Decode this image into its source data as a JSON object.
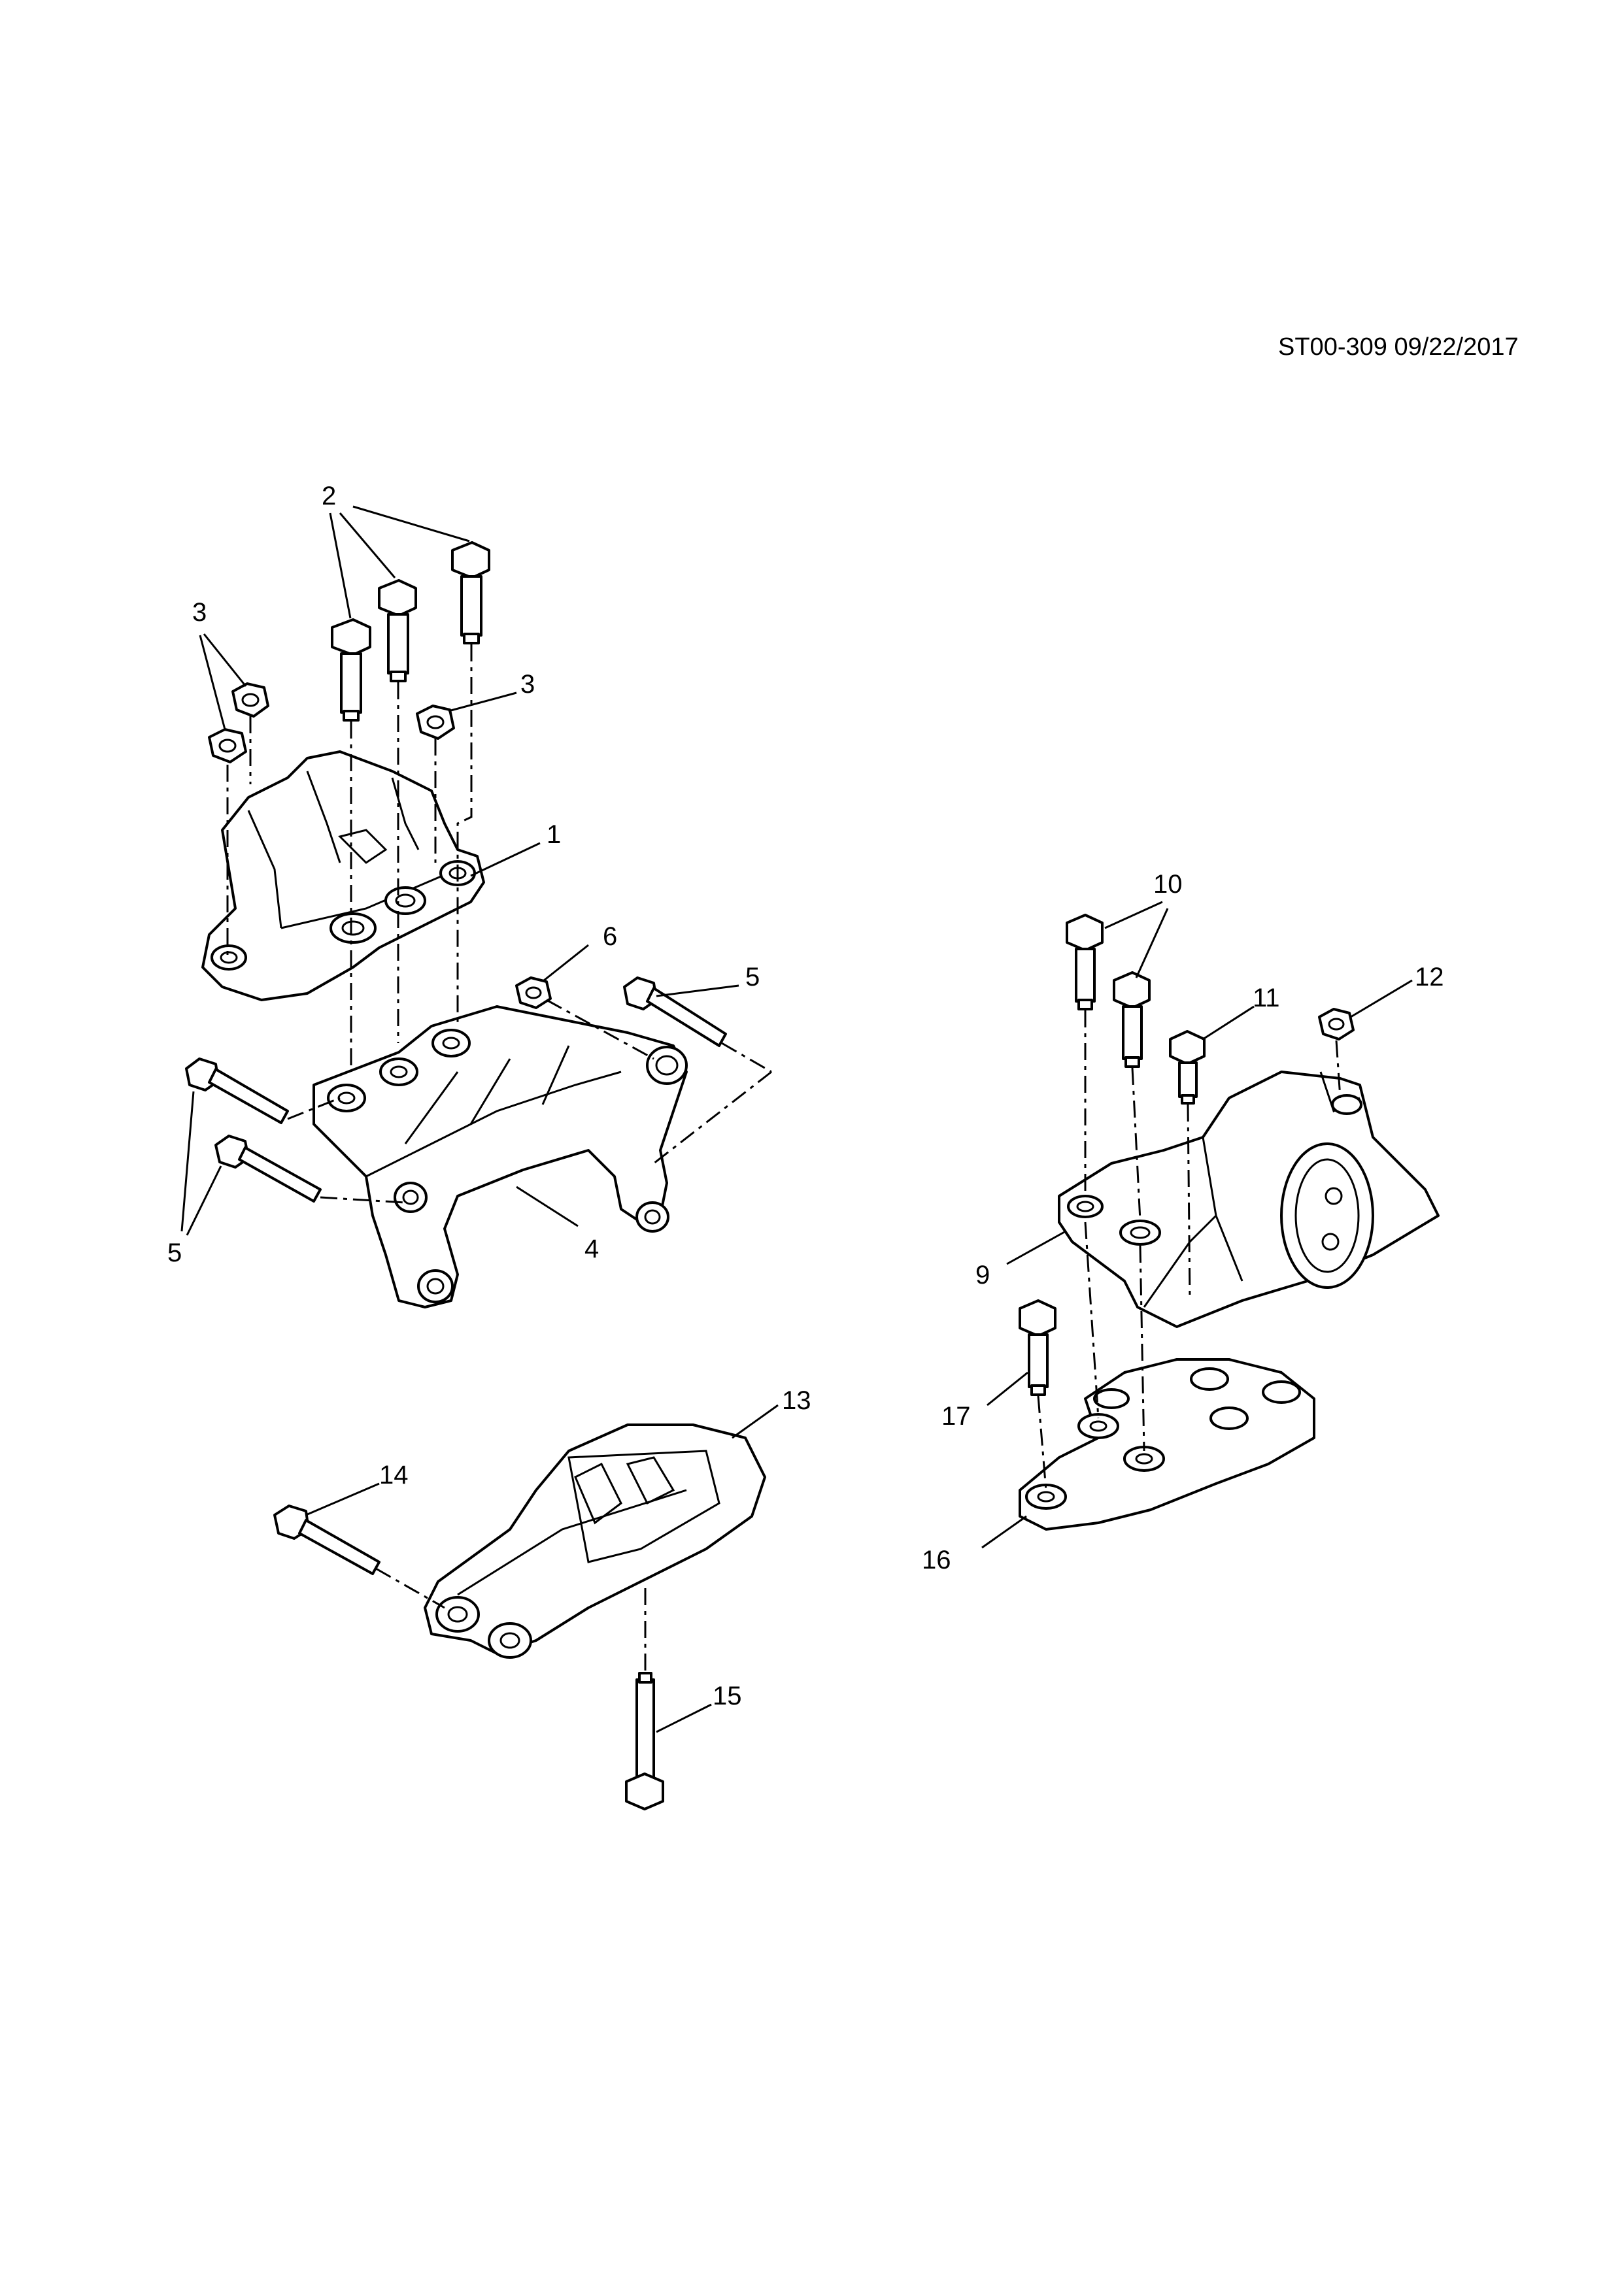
{
  "drawing_ref": "ST00-309 09/22/2017",
  "callouts": {
    "c1": "1",
    "c2": "2",
    "c3a": "3",
    "c3b": "3",
    "c4": "4",
    "c5a": "5",
    "c5b": "5",
    "c6": "6",
    "c9": "9",
    "c10": "10",
    "c11": "11",
    "c12": "12",
    "c13": "13",
    "c14": "14",
    "c15": "15",
    "c16": "16",
    "c17": "17"
  }
}
